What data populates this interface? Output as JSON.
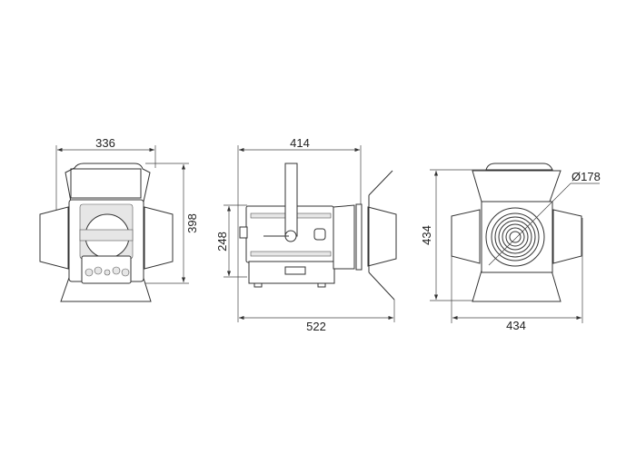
{
  "front_view": {
    "width_label": "336",
    "height_label": "398"
  },
  "side_view": {
    "width_label": "414",
    "height_label": "248",
    "total_length_label": "522"
  },
  "lens_view": {
    "height_label": "434",
    "width_label": "434",
    "lens_diameter_label": "Ø178"
  }
}
